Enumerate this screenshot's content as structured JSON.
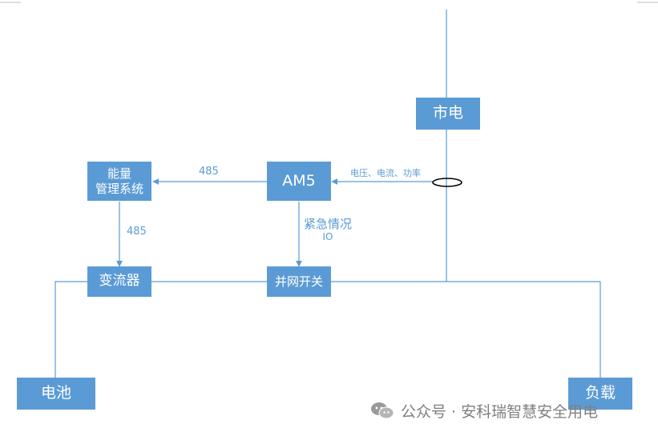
{
  "nodes": {
    "grid": "市电",
    "am5": "AM5",
    "ems_line1": "能量",
    "ems_line2": "管理系统",
    "converter": "变流器",
    "grid_switch": "并网开关",
    "battery": "电池",
    "load": "负载"
  },
  "edges": {
    "measure_label": "电压、电流、功率",
    "am5_to_ems": "485",
    "ems_to_converter": "485",
    "emergency_line1": "紧急情况",
    "emergency_line2": "IO"
  },
  "watermark": "公众号 · 安科瑞智慧安全用电",
  "colors": {
    "box_fill": "#5b9bd5",
    "box_text": "#ffffff",
    "line": "#5b9bd5",
    "ct_ring": "#000000",
    "watermark": "#7f7f7f"
  }
}
